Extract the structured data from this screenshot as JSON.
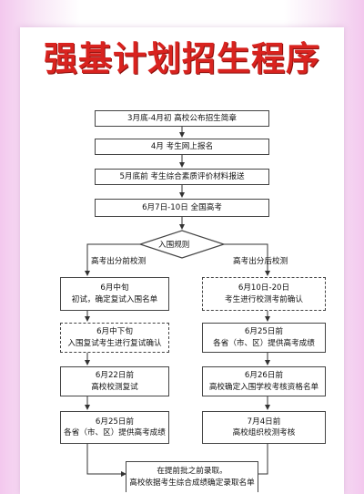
{
  "title": "强基计划招生程序",
  "main_steps": [
    "3月底-4月初 高校公布招生简章",
    "4月 考生网上报名",
    "5月底前 考生综合素质评价材料报送",
    "6月7日-10日 全国高考"
  ],
  "decision": "入围规则",
  "left_branch": {
    "label": "高考出分前校测",
    "steps": [
      {
        "line1": "6月中旬",
        "line2": "初试，确定复试入围名单",
        "style": "solid"
      },
      {
        "line1": "6月中下旬",
        "line2": "入围复试考生进行复试确认",
        "style": "dashed"
      },
      {
        "line1": "6月22日前",
        "line2": "高校校测复试",
        "style": "solid"
      },
      {
        "line1": "6月25日前",
        "line2": "各省（市、区）提供高考成绩",
        "style": "solid"
      }
    ]
  },
  "right_branch": {
    "label": "高考出分后校测",
    "steps": [
      {
        "line1": "6月10日-20日",
        "line2": "考生进行校测考前确认",
        "style": "dashed"
      },
      {
        "line1": "6月25日前",
        "line2": "各省（市、区）提供高考成绩",
        "style": "solid"
      },
      {
        "line1": "6月26日前",
        "line2": "高校确定入围学校考核资格名单",
        "style": "solid"
      },
      {
        "line1": "7月4日前",
        "line2": "高校组织校测考核",
        "style": "solid"
      }
    ]
  },
  "final_step": {
    "line1": "在提前批之前录取。",
    "line2": "高校依据考生综合成绩确定录取名单"
  }
}
